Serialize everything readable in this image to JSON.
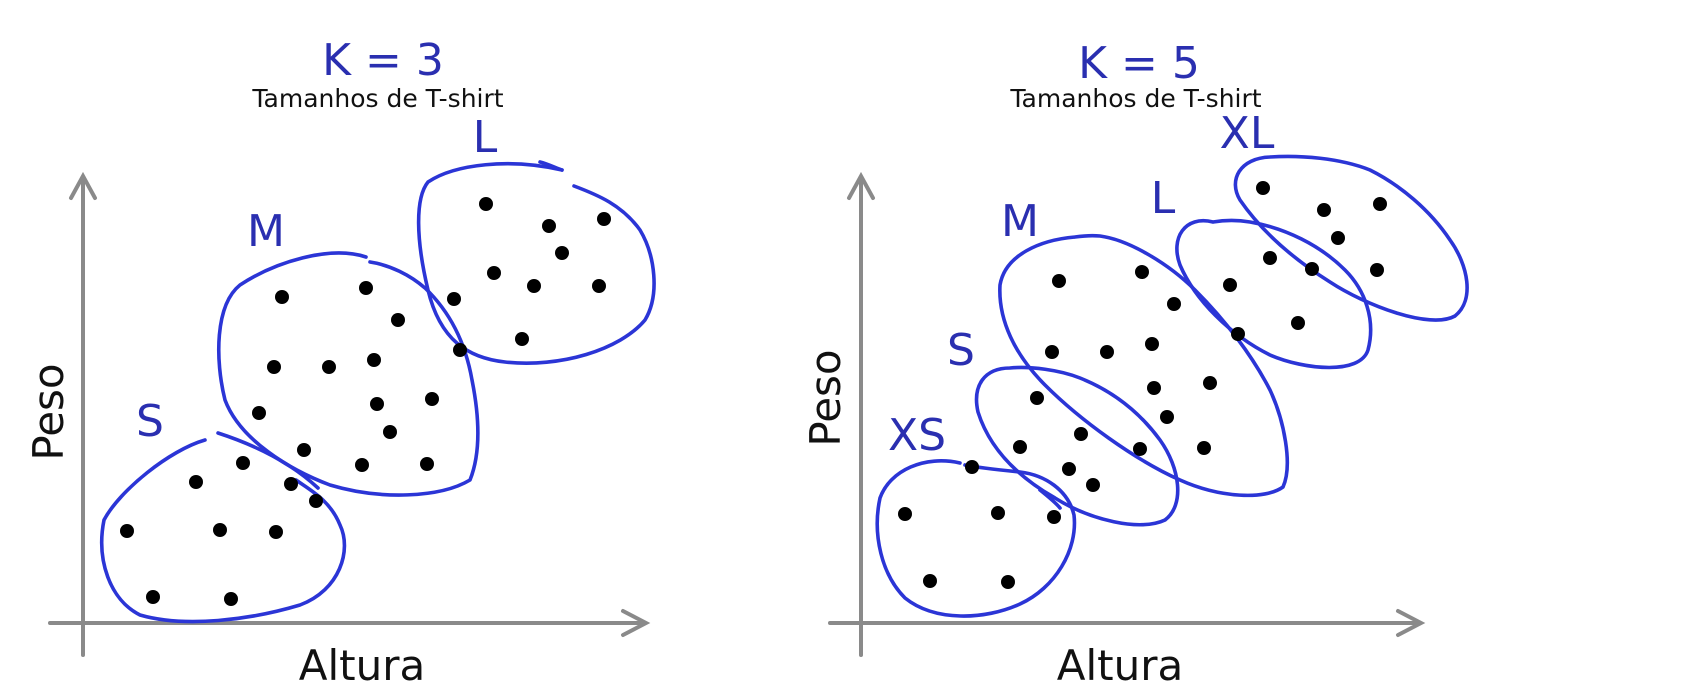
{
  "colors": {
    "cluster_outline": "#2b35d6",
    "cluster_label": "#2a2fb0",
    "axis": "#8a8a8a",
    "point": "#000000",
    "text": "#111111"
  },
  "diagrams": [
    {
      "k_label": "K = 3",
      "subtitle": "Tamanhos de T-shirt",
      "x_axis_label": "Altura",
      "y_axis_label": "Peso",
      "clusters": [
        {
          "label": "S"
        },
        {
          "label": "M"
        },
        {
          "label": "L"
        }
      ]
    },
    {
      "k_label": "K = 5",
      "subtitle": "Tamanhos de T-shirt",
      "x_axis_label": "Altura",
      "y_axis_label": "Peso",
      "clusters": [
        {
          "label": "XS"
        },
        {
          "label": "S"
        },
        {
          "label": "M"
        },
        {
          "label": "L"
        },
        {
          "label": "XL"
        }
      ]
    }
  ]
}
